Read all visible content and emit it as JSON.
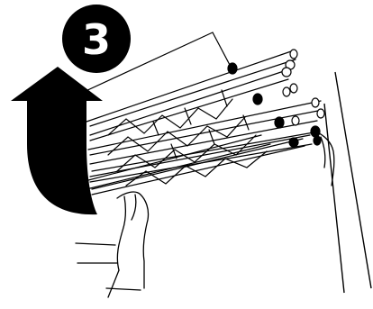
{
  "step": {
    "number": "3"
  },
  "colors": {
    "ink": "#000000",
    "paper": "#ffffff"
  },
  "icons": {
    "arrow": "curved-up-arrow",
    "hands": "hands-lifting"
  }
}
